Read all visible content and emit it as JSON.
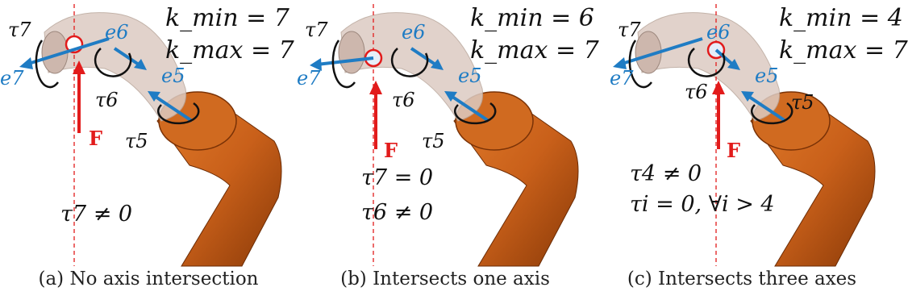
{
  "colors": {
    "force": "#e21b1b",
    "axis": "#1f7cc4",
    "link": "#d8c9c0",
    "body": "#c05a12"
  },
  "panels": [
    {
      "kmin": "k_min = 7",
      "kmax": "k_max = 7",
      "tau7": "τ7",
      "tau6": "τ6",
      "tau5": "τ5",
      "e7": "e7",
      "e6": "e6",
      "e5": "e5",
      "force": "F",
      "eq1": "τ7 ≠ 0",
      "eq2": "",
      "caption": "(a) No axis intersection"
    },
    {
      "kmin": "k_min = 6",
      "kmax": "k_max = 7",
      "tau7": "τ7",
      "tau6": "τ6",
      "tau5": "τ5",
      "e7": "e7",
      "e6": "e6",
      "e5": "e5",
      "force": "F",
      "eq1": "τ7 = 0",
      "eq2": "τ6 ≠ 0",
      "caption": "(b) Intersects one axis"
    },
    {
      "kmin": "k_min = 4",
      "kmax": "k_max = 7",
      "tau7": "τ7",
      "tau6": "τ6",
      "tau5": "τ5",
      "e7": "e7",
      "e6": "e6",
      "e5": "e5",
      "force": "F",
      "eq1": "τ4 ≠ 0",
      "eq2": "τi = 0, ∀i > 4",
      "caption": "(c) Intersects three axes"
    }
  ]
}
